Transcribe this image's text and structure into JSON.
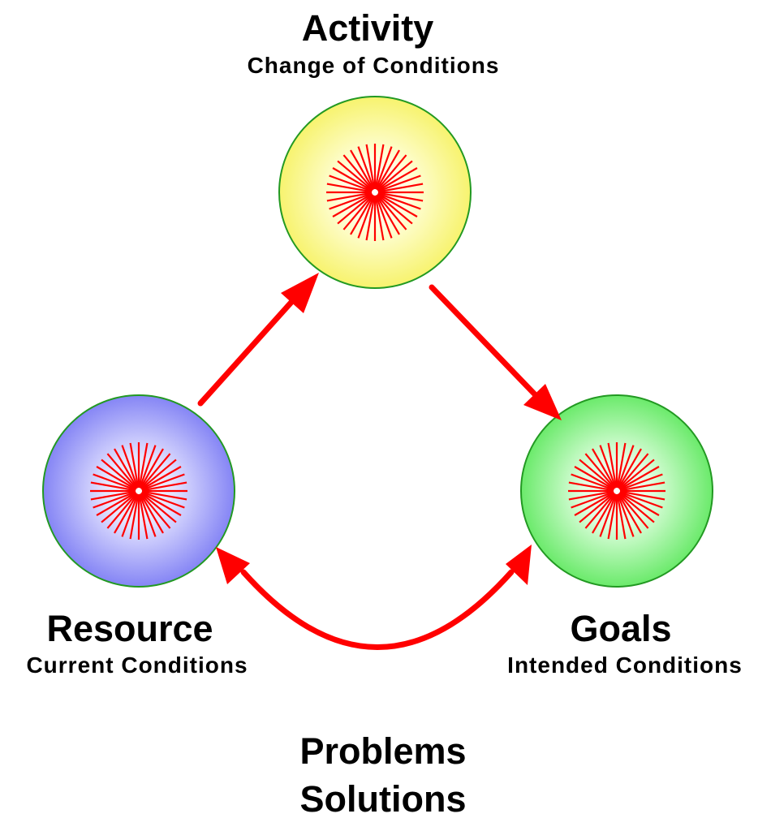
{
  "nodes": [
    {
      "id": "activity",
      "title": "Activity",
      "subtitle": "Change of Conditions",
      "fill_center": "#ffffff",
      "fill_edge": "#f7f36e"
    },
    {
      "id": "resource",
      "title": "Resource",
      "subtitle": "Current Conditions",
      "fill_center": "#ffffff",
      "fill_edge": "#8585f5"
    },
    {
      "id": "goals",
      "title": "Goals",
      "subtitle": "Intended Conditions",
      "fill_center": "#ffffff",
      "fill_edge": "#6bea6b"
    }
  ],
  "center_label": {
    "line1": "Problems",
    "line2": "Solutions"
  },
  "edges": [
    {
      "from": "resource",
      "to": "activity",
      "style": "single-arrow"
    },
    {
      "from": "activity",
      "to": "goals",
      "style": "single-arrow"
    },
    {
      "from": "resource",
      "to": "goals",
      "style": "double-arrow-curved"
    }
  ],
  "colors": {
    "arrow": "#ff0000",
    "burst": "#ff0000",
    "circle_outline": "#229922",
    "text": "#000000"
  }
}
